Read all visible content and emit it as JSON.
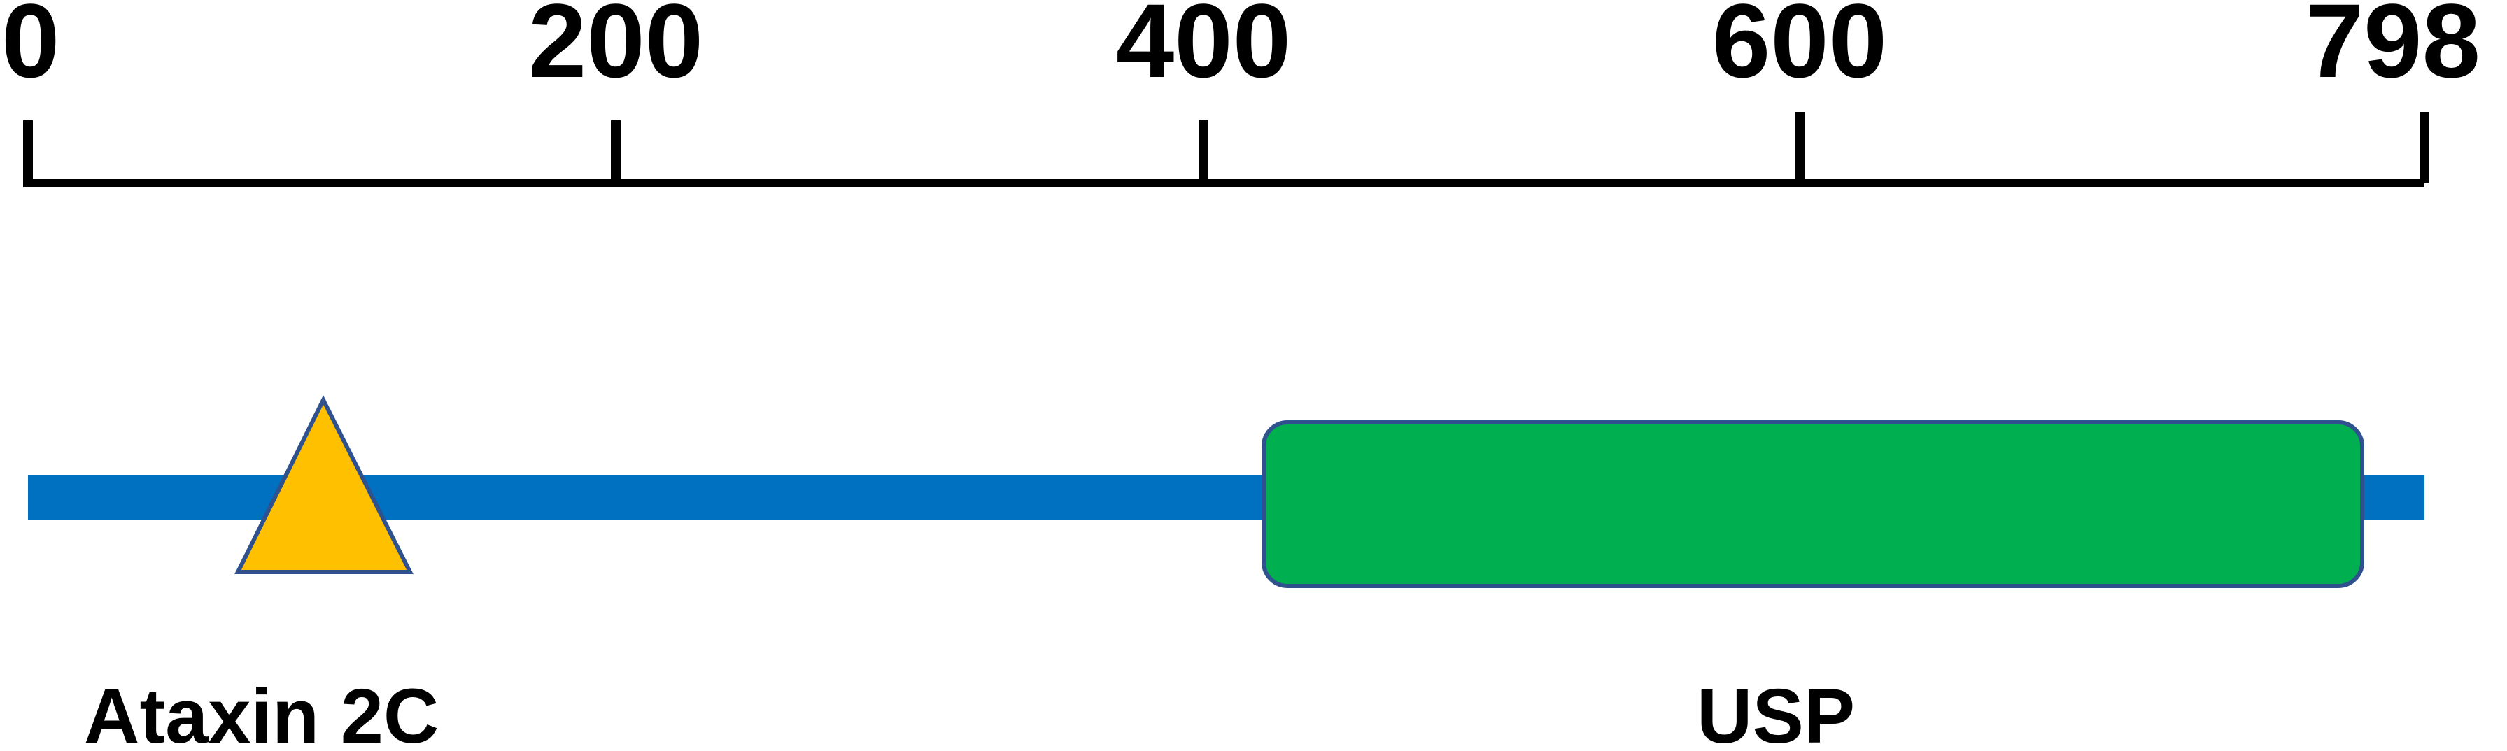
{
  "scale": {
    "min": 0,
    "max": 798,
    "ticks": [
      {
        "value": 0,
        "label": "0"
      },
      {
        "value": 200,
        "label": "200"
      },
      {
        "value": 400,
        "label": "400"
      },
      {
        "value": 600,
        "label": "600"
      },
      {
        "value": 798,
        "label": "798"
      }
    ]
  },
  "protein": {
    "length": 798,
    "backbone_color": "#0070C0"
  },
  "domains": [
    {
      "key": "ataxin",
      "label": "Ataxin 2C",
      "shape": "triangle",
      "position": 98,
      "fill": "#FFC000",
      "stroke": "#2F528F"
    },
    {
      "key": "usp",
      "label": "USP",
      "shape": "rounded-box",
      "start": 412,
      "end": 778,
      "fill": "#00B050",
      "stroke": "#2F528F"
    }
  ]
}
